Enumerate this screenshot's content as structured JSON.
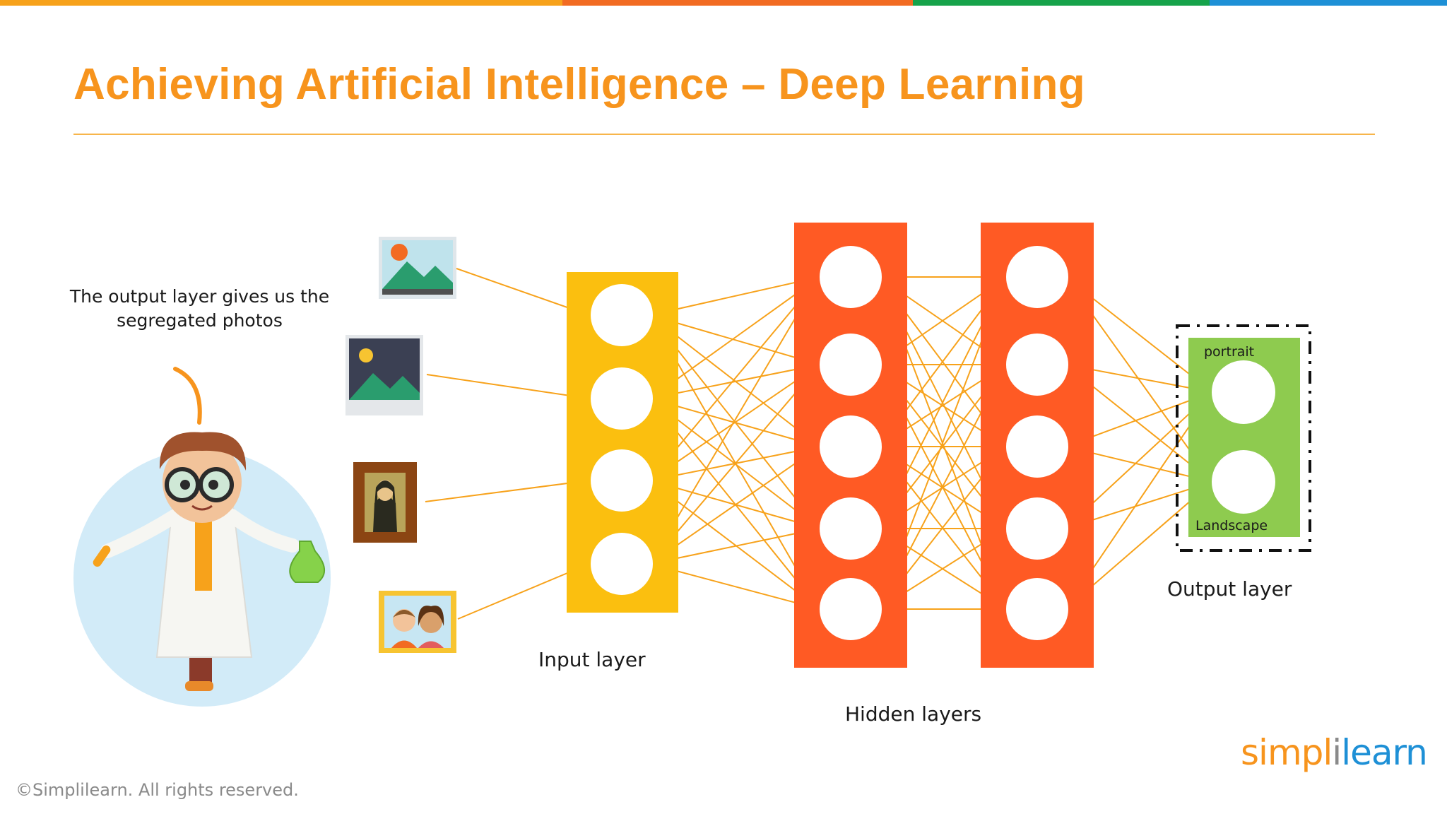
{
  "slide": {
    "title": "Achieving Artificial Intelligence – Deep Learning",
    "caption": "The output layer gives us the segregated photos",
    "copyright": "©Simplilearn. All rights reserved."
  },
  "logo": {
    "part1": "simpl",
    "part2": "i",
    "part3": "learn"
  },
  "labels": {
    "input_layer": "Input layer",
    "hidden_layers": "Hidden layers",
    "output_layer": "Output layer",
    "portrait": "portrait",
    "landscape": "Landscape"
  },
  "network": {
    "input_images": [
      "landscape-photo-icon",
      "night-landscape-photo-icon",
      "mona-lisa-painting-icon",
      "couple-portrait-photo-icon"
    ],
    "layers": [
      {
        "name": "input",
        "nodes": 4
      },
      {
        "name": "hidden-1",
        "nodes": 5
      },
      {
        "name": "hidden-2",
        "nodes": 5
      },
      {
        "name": "output",
        "nodes": 2
      }
    ]
  },
  "colors": {
    "title": "#f7941d",
    "input_layer": "#fbbf0f",
    "hidden_layers": "#ff5a24",
    "output_layer": "#8ecb4f",
    "connections": "#f7a21b",
    "top_bar": [
      "#f7a21b",
      "#f26b22",
      "#16a34a",
      "#1e90d6"
    ]
  }
}
